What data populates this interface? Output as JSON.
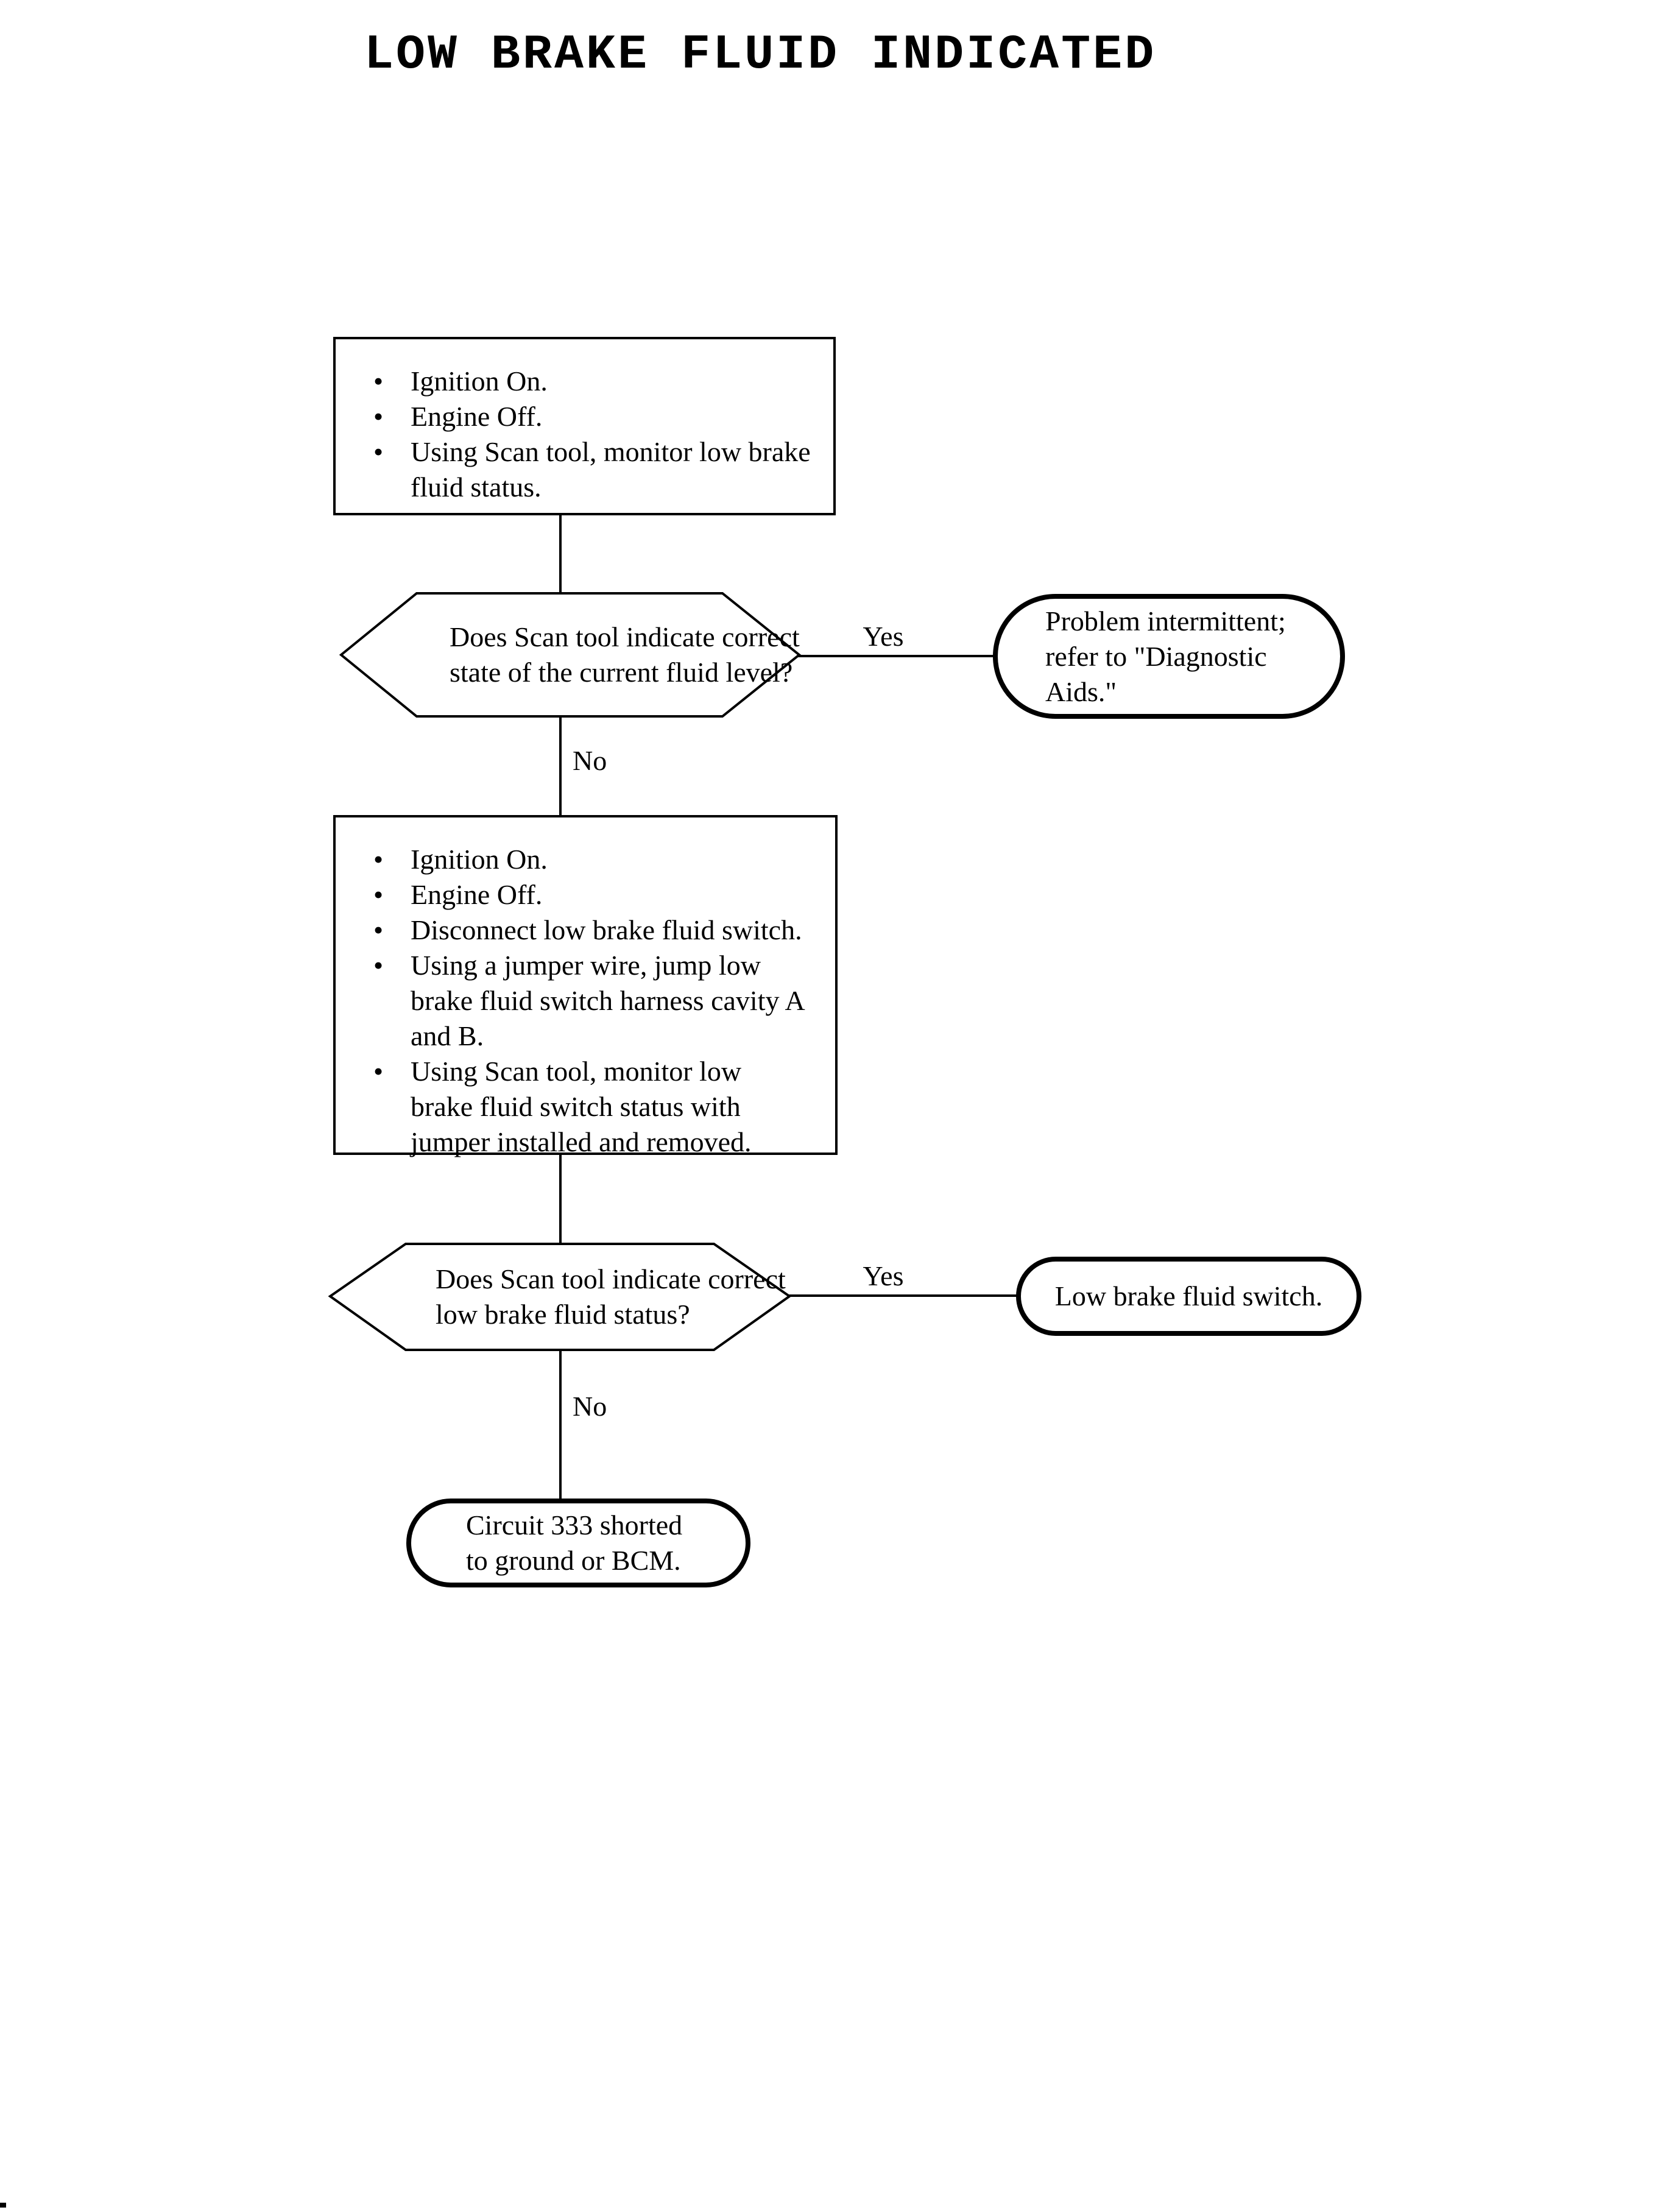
{
  "page": {
    "title": "LOW BRAKE FLUID INDICATED"
  },
  "glyphs": {
    "bullet": "•"
  },
  "flowchart": {
    "step1": {
      "items": [
        "Ignition On.",
        "Engine Off.",
        "Using Scan tool, monitor low brake\nfluid status."
      ]
    },
    "decision1": {
      "text": "Does Scan tool indicate correct\nstate of the current fluid level?",
      "yes_label": "Yes",
      "no_label": "No"
    },
    "terminal1": {
      "text": "Problem intermittent;\nrefer to \"Diagnostic\nAids.\""
    },
    "step2": {
      "items": [
        "Ignition On.",
        "Engine Off.",
        "Disconnect low brake fluid switch.",
        "Using a jumper wire, jump low\nbrake fluid switch harness cavity A\nand B.",
        "Using Scan tool, monitor low\nbrake fluid switch status with\njumper installed and removed."
      ]
    },
    "decision2": {
      "text": "Does Scan tool indicate correct\nlow brake fluid status?",
      "yes_label": "Yes",
      "no_label": "No"
    },
    "terminal2": {
      "text": "Low brake fluid switch."
    },
    "terminal3": {
      "text": "Circuit 333 shorted\nto ground or BCM."
    }
  },
  "colors": {
    "ink": "#000000",
    "paper": "#ffffff"
  }
}
